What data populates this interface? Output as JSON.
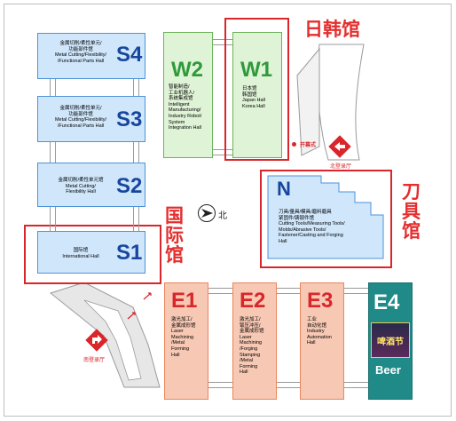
{
  "zones": {
    "japan_korea": "日韩馆",
    "tools": "刀\n具\n馆",
    "international": "国\n际\n馆"
  },
  "halls": {
    "S4": {
      "code": "S4",
      "text": "金属切削/柔性单元/\n功能部件馆\nMetal Cutting/Flexibility/\n/Functional Parts Hall"
    },
    "S3": {
      "code": "S3",
      "text": "金属切削/柔性单元/\n功能部件馆\nMetal Cutting/Flexibility/\n/Functional Parts Hall"
    },
    "S2": {
      "code": "S2",
      "text": "金属切削/柔性单元馆\nMetal Cutting/\nFlexibility Hall"
    },
    "S1": {
      "code": "S1",
      "text": "国际馆\nInternational Hall"
    },
    "W2": {
      "code": "W2",
      "text": "智能制造/\n工业机器人/\n系统集成馆\nIntelligent\nManufacturing/\nIndustry Robot/\nSystem\nIntegration Hall"
    },
    "W1": {
      "code": "W1",
      "text": "日本馆\n韩国馆\nJapan Hall\nKorea Hall"
    },
    "N": {
      "code": "N",
      "text": "刀具/量具/模具/磨料磨具\n紧固件/铸锻件馆\nCutting Tools/Measuring Tools/\nMolds/Abrasive Tools/\nFastener/Casting and Forging\nHall"
    },
    "E1": {
      "code": "E1",
      "text": "激光加工/\n金属成形馆\nLaser\nMachining\n/Metal\nForming\nHall"
    },
    "E2": {
      "code": "E2",
      "text": "激光加工/\n钣压冲压/\n金属成形馆\nLaser\nMachining\n/Forging\nStamping\n/Metal\nForming\nHall"
    },
    "E3": {
      "code": "E3",
      "text": "工业\n自动化馆\nIndustry\nAutomation\nHall"
    },
    "E4": {
      "code": "E4",
      "label": "Beer",
      "banner": "啤酒节"
    }
  },
  "labels": {
    "opening": "开幕式",
    "north_lobby": "北登录厅",
    "south_lobby": "南登录厅",
    "north": "北"
  },
  "colors": {
    "blue": "#cfe6fb",
    "green": "#dff3d6",
    "orange": "#f7c8b3",
    "teal": "#1f8a88",
    "red": "#e52e2e"
  }
}
